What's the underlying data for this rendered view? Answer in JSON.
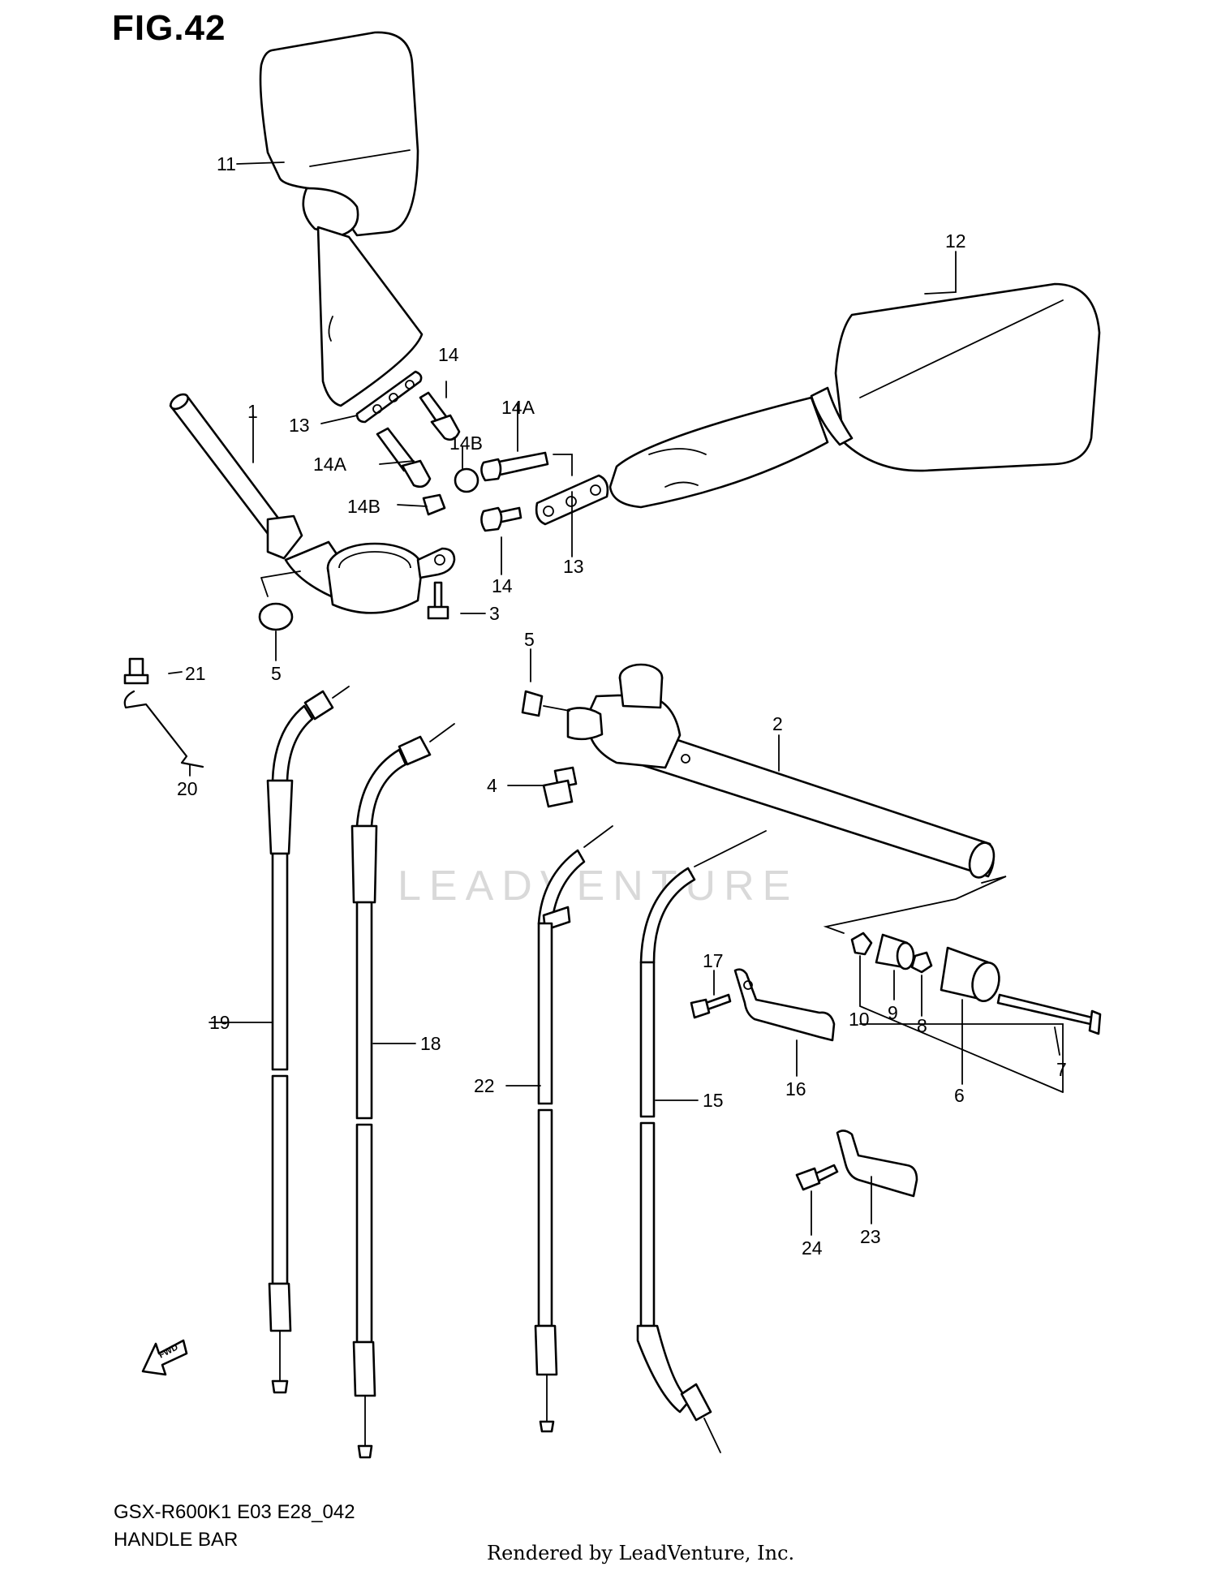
{
  "figure": {
    "title": "FIG.42",
    "model_code": "GSX-R600K1 E03 E28_042",
    "section_name": "HANDLE BAR",
    "rendered_by": "Rendered by LeadVenture, Inc.",
    "watermark": "LEADVENTURE",
    "fwd_label": "FWD"
  },
  "callouts": {
    "c1": "1",
    "c2": "2",
    "c3": "3",
    "c4": "4",
    "c5a": "5",
    "c5b": "5",
    "c6": "6",
    "c7": "7",
    "c8": "8",
    "c9": "9",
    "c10": "10",
    "c11": "11",
    "c12": "12",
    "c13a": "13",
    "c13b": "13",
    "c14a": "14",
    "c14b": "14",
    "c14Aa": "14A",
    "c14Ab": "14A",
    "c14Ba": "14B",
    "c14Bb": "14B",
    "c15": "15",
    "c16": "16",
    "c17": "17",
    "c18": "18",
    "c19": "19",
    "c20": "20",
    "c21": "21",
    "c22": "22",
    "c23": "23",
    "c24": "24"
  }
}
